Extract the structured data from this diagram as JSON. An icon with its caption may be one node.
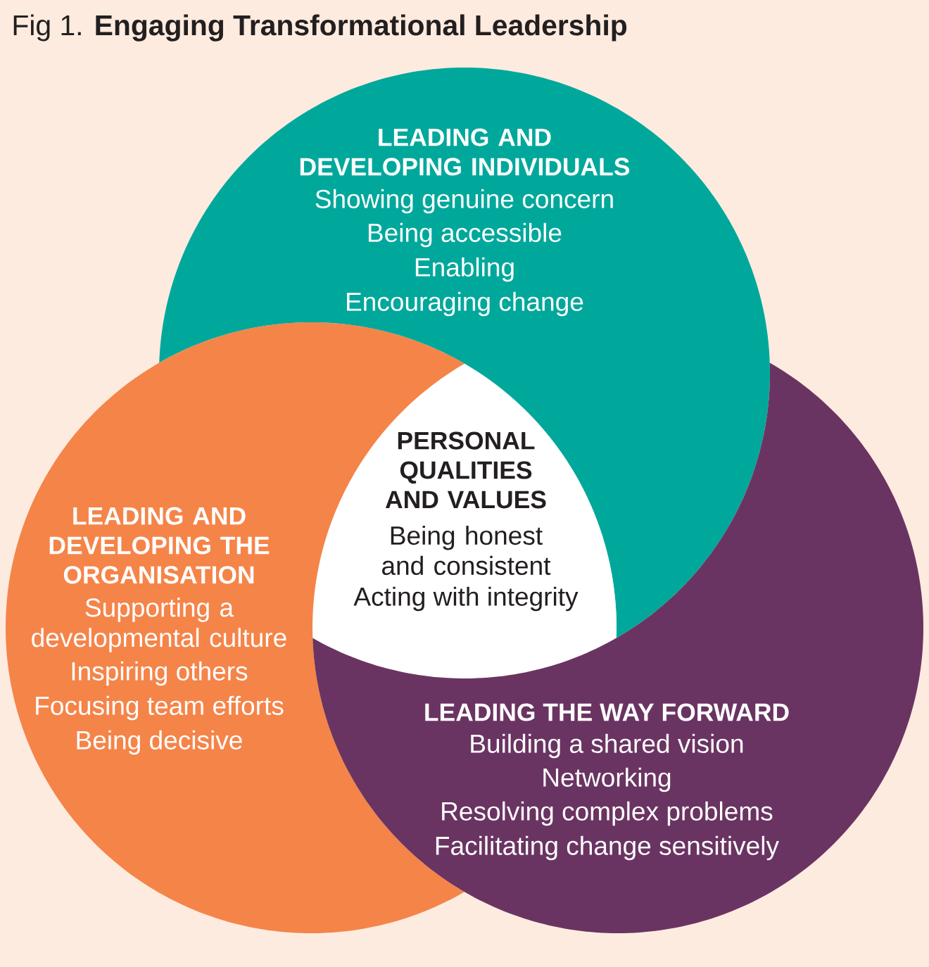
{
  "diagram": {
    "title": "Fig 1. **Engaging Transformational Leadership**",
    "nodes": [
      {
        "text": [
          "LEADING AND DEVELOPING INDIVIDUALS",
          "Showing genuine concern",
          "Being accessible",
          "Enabling",
          "Encouraging change"
        ]
      },
      {
        "text": [
          "PERSONAL QUALITIES AND VALUES",
          "Being honest and consistent",
          "Acting with integrity"
        ]
      },
      {
        "text": [
          "LEADING AND DEVELOPING THE ORGANISATION",
          "Supporting a developmental culture",
          "Inspiring others",
          "Focusing team efforts",
          "Being decisive"
        ]
      },
      {
        "text": [
          "LEADING THE WAY FORWARD",
          "Building a shared vision",
          "Networking",
          "Resolving complex problems",
          "Facilitating change sensitively"
        ]
      }
    ]
  }
}
